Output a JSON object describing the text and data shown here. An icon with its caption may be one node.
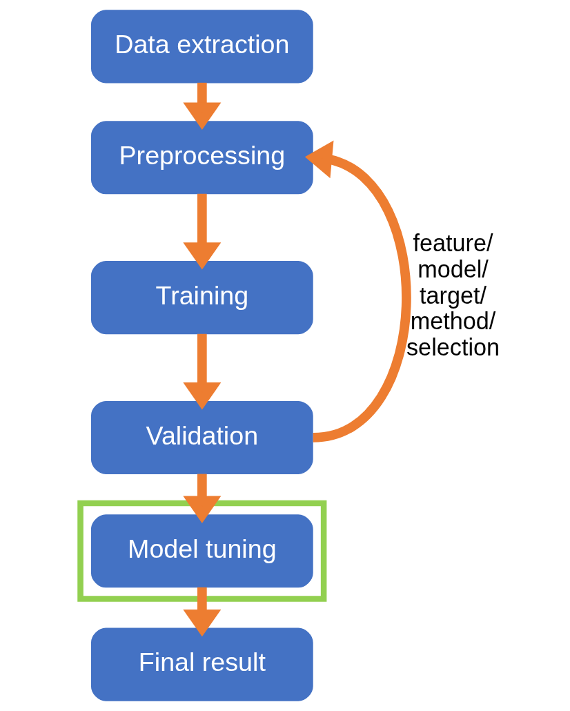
{
  "diagram": {
    "nodes": [
      {
        "text": [
          "Data extraction"
        ]
      },
      {
        "text": [
          "Preprocessing"
        ]
      },
      {
        "text": [
          "Training"
        ]
      },
      {
        "text": [
          "Validation"
        ]
      },
      {
        "text": [],
        "shape": "box"
      },
      {
        "text": [
          "Model tuning"
        ],
        "in": 4
      },
      {
        "text": [
          "Final result"
        ]
      }
    ],
    "edges": [
      {
        "from": 0,
        "to": 1,
        "arrow": "to"
      },
      {
        "from": 1,
        "to": 2,
        "arrow": "to"
      },
      {
        "from": 2,
        "to": 3,
        "arrow": "to"
      },
      {
        "from": 3,
        "to": 5,
        "arrow": "to"
      },
      {
        "from": 5,
        "to": 6,
        "arrow": "to"
      },
      {
        "from": 3,
        "to": 1,
        "arrow": "to",
        "label": "feature/ model/ target/ method/ selection"
      }
    ]
  }
}
